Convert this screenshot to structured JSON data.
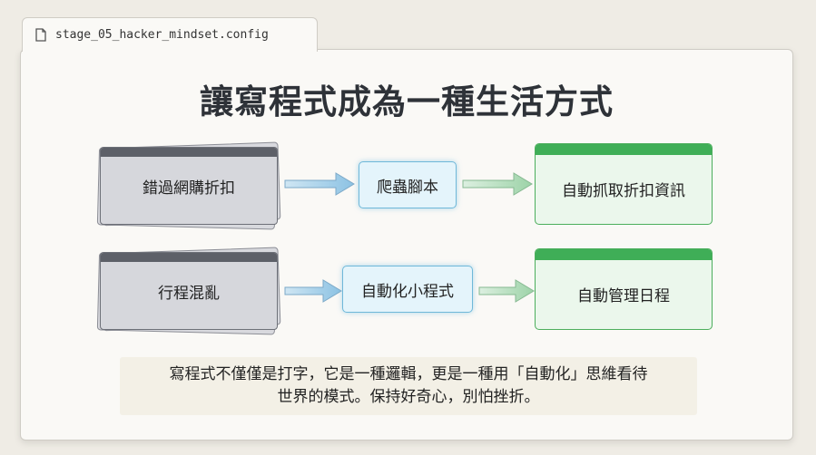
{
  "tab": {
    "filename": "stage_05_hacker_mindset.config",
    "icon": "file-icon"
  },
  "title": "讓寫程式成為一種生活方式",
  "rows": [
    {
      "problem": "錯過網購折扣",
      "tool": "爬蟲腳本",
      "result": "自動抓取折扣資訊"
    },
    {
      "problem": "行程混亂",
      "tool": "自動化小程式",
      "result": "自動管理日程"
    }
  ],
  "note": {
    "line1": "寫程式不僅僅是打字，它是一種邏輯，更是一種用「自動化」思維看待",
    "line2": "世界的模式。保持好奇心，別怕挫折。"
  },
  "colors": {
    "gray_card": "#d6d7dc",
    "gray_bar": "#5d6068",
    "blue_box": "#e4f4fb",
    "blue_border": "#6fb8d9",
    "green_box": "#ebf7ec",
    "green_bar": "#3fae57"
  }
}
